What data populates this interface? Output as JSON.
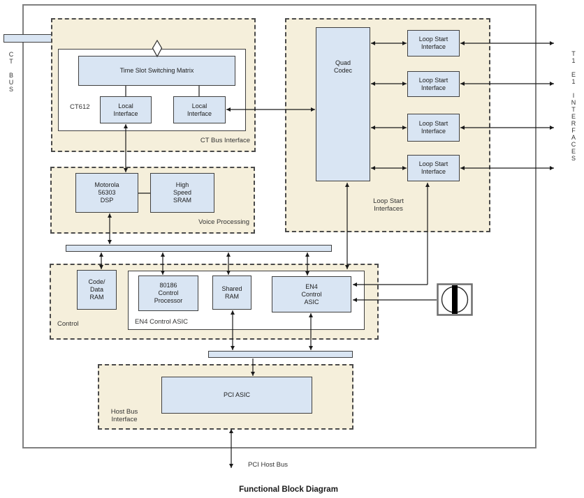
{
  "caption": "Functional Block Diagram",
  "colors": {
    "block_fill": "#d9e5f3",
    "section_fill": "#f5efdb",
    "line": "#1a1a1a",
    "outer_border": "#7f7f7f"
  },
  "side_labels": {
    "ct_bus": "C\nT\n\nB\nU\nS",
    "t1_e1": "T\n1\n\nE\n1\n\nI\nN\nT\nE\nR\nF\nA\nC\nE\nS",
    "pci_host_bus": "PCI Host Bus"
  },
  "ct_section": {
    "label": "CT Bus Interface",
    "chip": "CT612",
    "matrix": "Time Slot Switching Matrix",
    "local_left": "Local\nInterface",
    "local_right": "Local\nInterface"
  },
  "voice_section": {
    "label": "Voice Processing",
    "dsp": "Motorola\n56303\nDSP",
    "sram": "High\nSpeed\nSRAM"
  },
  "control_section": {
    "label": "Control",
    "group_label": "EN4 Control ASIC",
    "code_ram": "Code/\nData\nRAM",
    "processor": "80186\nControl\nProcessor",
    "shared_ram": "Shared\nRAM",
    "asic": "EN4\nControl\nASIC"
  },
  "loop_section": {
    "label": "Loop Start\nInterfaces",
    "codec": "Quad\nCodec",
    "loop1": "Loop Start\nInterface",
    "loop2": "Loop Start\nInterface",
    "loop3": "Loop Start\nInterface",
    "loop4": "Loop Start\nInterface"
  },
  "host_section": {
    "label": "Host Bus\nInterface",
    "pci": "PCI ASIC"
  }
}
